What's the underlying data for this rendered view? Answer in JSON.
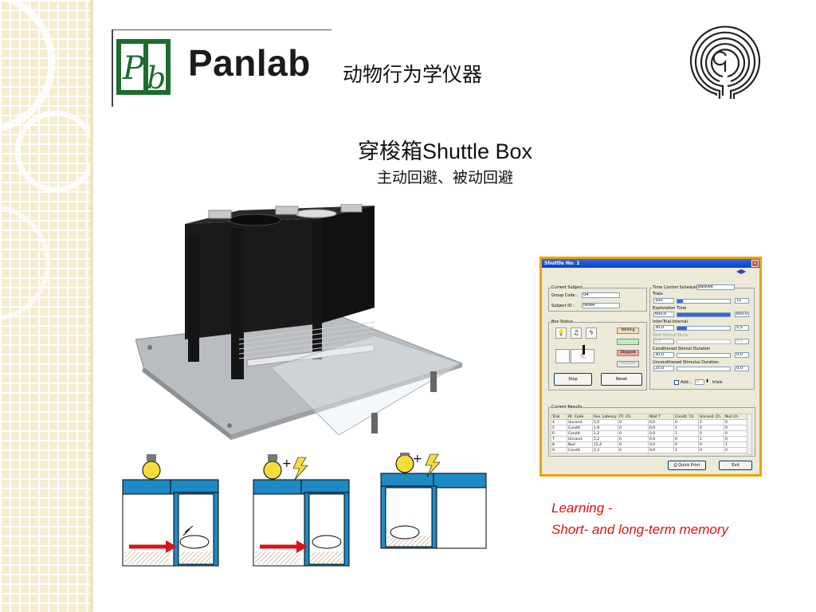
{
  "header": {
    "logo_text": "Panlab",
    "cn_title": "动物行为学仪器"
  },
  "slide": {
    "title_cn": "穿梭箱",
    "title_en": "Shuttle Box",
    "subtitle": "主动回避、被动回避"
  },
  "captions": {
    "line1": "Learning -",
    "line2": "Short- and long-term memory"
  },
  "window": {
    "title": "Shuttle No. 1",
    "current_subject": {
      "legend": "Current Subject",
      "group_code_label": "Group Code :",
      "group_code_value": "04",
      "subject_id_label": "Subject ID :",
      "subject_id_value": "reve4"
    },
    "box_status": {
      "legend": "Box Status",
      "status_waiting": "Waiting",
      "status_stopped": "Stopped",
      "status_finished": "Finished",
      "stop_label": "Stop",
      "reset_label": "Reset"
    },
    "time_control": {
      "legend": "Time Control Schedule:",
      "schedule_value": "passive",
      "trials_label": "Trials",
      "trials_value": "100",
      "trials_max": "11",
      "trials_progress": 0.1,
      "exploration_label": "Exploration Time",
      "exploration_value": "600,0",
      "exploration_max": "600,0",
      "exploration_progress": 1.0,
      "iti_label": "Inter-Trial-Interval",
      "iti_value": "30,0",
      "iti_max": "5,5",
      "iti_progress": 0.18,
      "wait_label": "Wait Stimuli  None",
      "wait_value": "0,0",
      "wait_max": "0,0",
      "cs_label": "Conditioned Stimuli Duration",
      "cs_value": "30,0",
      "cs_max": "0,0",
      "us_label": "Unconditioned Stimulus Duration",
      "us_value": "25,0",
      "us_max": "0,0",
      "add_label": "Add...",
      "add_value": "0",
      "trials_suffix": "trials"
    },
    "results": {
      "legend": "Current Results",
      "columns": [
        "Trial",
        "Rt. Code",
        "Res. Latency",
        "ITI. Ch.",
        "Wait T.",
        "Condit. Ch.",
        "Uncond. Ch.",
        "Null Ch."
      ],
      "rows": [
        [
          "4",
          "Uncond.",
          "5,0",
          "0",
          "0,0",
          "0",
          "1",
          "0"
        ],
        [
          "5",
          "Condit.",
          "1,9",
          "0",
          "0,0",
          "1",
          "0",
          "0"
        ],
        [
          "6",
          "Condit.",
          "1,2",
          "0",
          "0,0",
          "1",
          "0",
          "0"
        ],
        [
          "7",
          "Uncond.",
          "5,2",
          "0",
          "0,0",
          "0",
          "1",
          "0"
        ],
        [
          "8",
          "Null",
          "15,4",
          "0",
          "0,0",
          "0",
          "0",
          "1"
        ],
        [
          "9",
          "Condit.",
          "2,3",
          "0",
          "0,0",
          "1",
          "0",
          "0"
        ]
      ]
    },
    "quick_print_label": "Quick Print",
    "exit_label": "Exit"
  },
  "colors": {
    "logo_green": "#1e6b2e",
    "caption_red": "#e01010",
    "box_blue": "#1d8ac4",
    "window_border": "#f0a000"
  }
}
